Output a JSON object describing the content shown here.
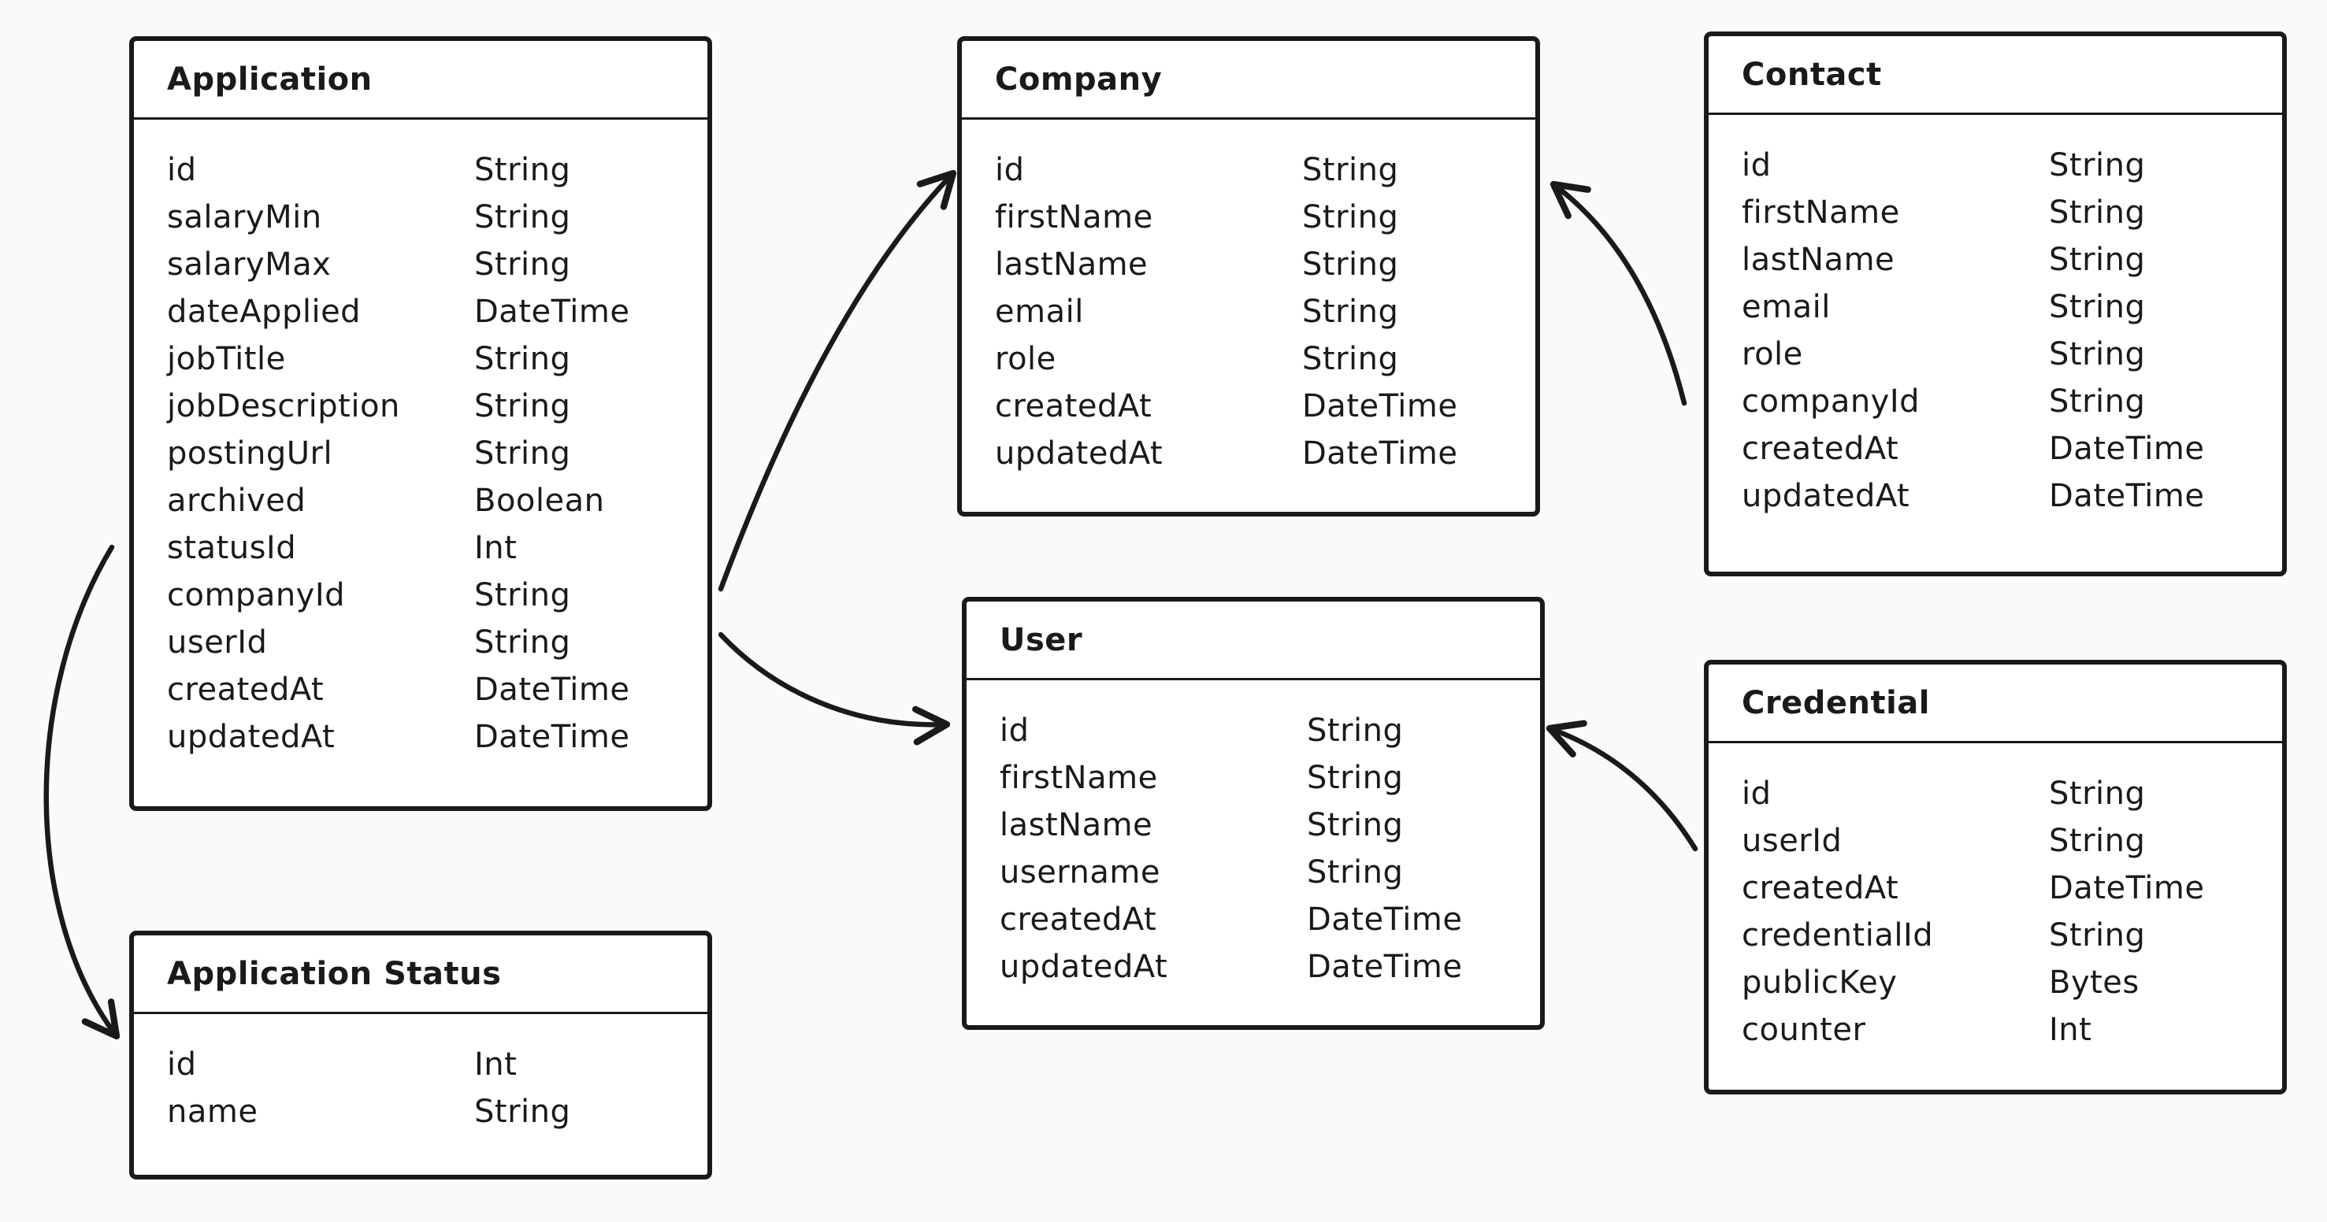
{
  "entities": {
    "application": {
      "title": "Application",
      "fields": [
        {
          "name": "id",
          "type": "String"
        },
        {
          "name": "salaryMin",
          "type": "String"
        },
        {
          "name": "salaryMax",
          "type": "String"
        },
        {
          "name": "dateApplied",
          "type": "DateTime"
        },
        {
          "name": "jobTitle",
          "type": "String"
        },
        {
          "name": "jobDescription",
          "type": "String"
        },
        {
          "name": "postingUrl",
          "type": "String"
        },
        {
          "name": "archived",
          "type": "Boolean"
        },
        {
          "name": "statusId",
          "type": "Int"
        },
        {
          "name": "companyId",
          "type": "String"
        },
        {
          "name": "userId",
          "type": "String"
        },
        {
          "name": "createdAt",
          "type": "DateTime"
        },
        {
          "name": "updatedAt",
          "type": "DateTime"
        }
      ]
    },
    "appstatus": {
      "title": "Application Status",
      "fields": [
        {
          "name": "id",
          "type": "Int"
        },
        {
          "name": "name",
          "type": "String"
        }
      ]
    },
    "company": {
      "title": "Company",
      "fields": [
        {
          "name": "id",
          "type": "String"
        },
        {
          "name": "firstName",
          "type": "String"
        },
        {
          "name": "lastName",
          "type": "String"
        },
        {
          "name": "email",
          "type": "String"
        },
        {
          "name": "role",
          "type": "String"
        },
        {
          "name": "createdAt",
          "type": "DateTime"
        },
        {
          "name": "updatedAt",
          "type": "DateTime"
        }
      ]
    },
    "user": {
      "title": "User",
      "fields": [
        {
          "name": "id",
          "type": "String"
        },
        {
          "name": "firstName",
          "type": "String"
        },
        {
          "name": "lastName",
          "type": "String"
        },
        {
          "name": "username",
          "type": "String"
        },
        {
          "name": "createdAt",
          "type": "DateTime"
        },
        {
          "name": "updatedAt",
          "type": "DateTime"
        }
      ]
    },
    "contact": {
      "title": "Contact",
      "fields": [
        {
          "name": "id",
          "type": "String"
        },
        {
          "name": "firstName",
          "type": "String"
        },
        {
          "name": "lastName",
          "type": "String"
        },
        {
          "name": "email",
          "type": "String"
        },
        {
          "name": "role",
          "type": "String"
        },
        {
          "name": "companyId",
          "type": "String"
        },
        {
          "name": "createdAt",
          "type": "DateTime"
        },
        {
          "name": "updatedAt",
          "type": "DateTime"
        }
      ]
    },
    "credential": {
      "title": "Credential",
      "fields": [
        {
          "name": "id",
          "type": "String"
        },
        {
          "name": "userId",
          "type": "String"
        },
        {
          "name": "createdAt",
          "type": "DateTime"
        },
        {
          "name": "credentialId",
          "type": "String"
        },
        {
          "name": "publicKey",
          "type": "Bytes"
        },
        {
          "name": "counter",
          "type": "Int"
        }
      ]
    }
  },
  "colors": {
    "stroke": "#1a1a1a",
    "background": "#f9fafb",
    "box_fill": "#ffffff"
  }
}
